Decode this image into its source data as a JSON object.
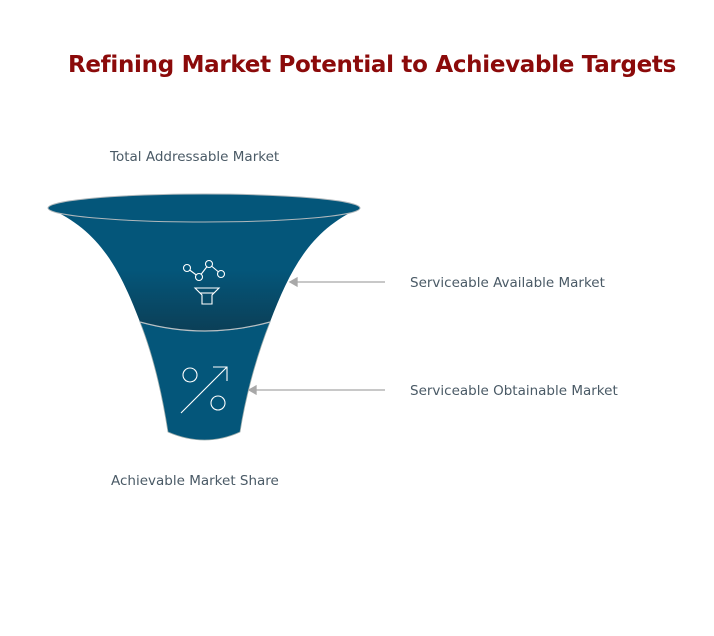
{
  "title": "Refining Market Potential to Achievable Targets",
  "labels": {
    "top": "Total Addressable Market",
    "middle": "Serviceable Available Market",
    "lower": "Serviceable Obtainable Market",
    "bottom": "Achievable Market Share"
  },
  "icons": {
    "upper": "network-funnel-icon",
    "lower": "percent-icon"
  },
  "colors": {
    "title": "#8b0a0a",
    "funnel": "#04567a",
    "funnel_dark": "#0b3f57",
    "arrow": "#a8a8a8",
    "text": "#4a5a66"
  }
}
